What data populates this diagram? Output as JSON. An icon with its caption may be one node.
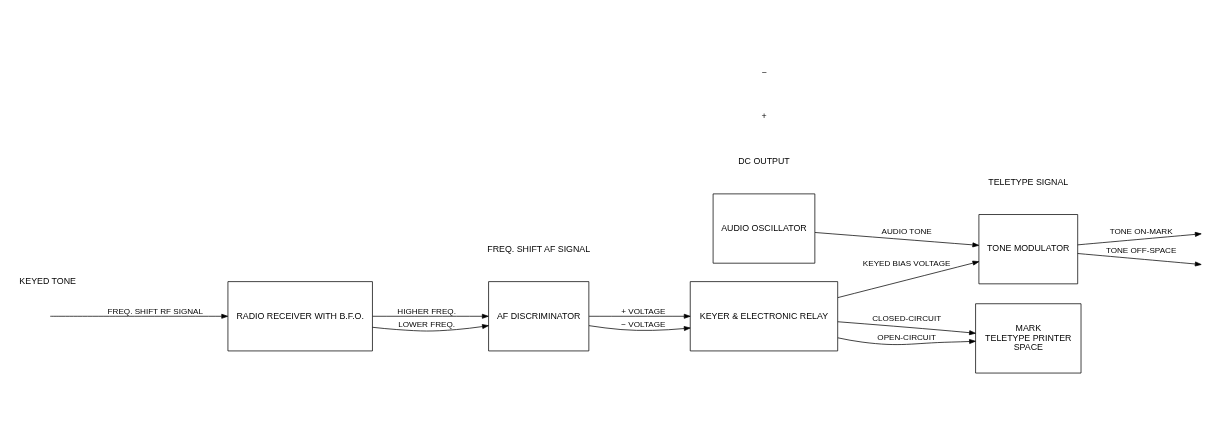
{
  "diagram": {
    "nodes": [
      {
        "text": [
          "RADIO RECEIVER WITH B.F.O."
        ]
      },
      {
        "text": [
          "AF DISCRIMINATOR"
        ]
      },
      {
        "text": [
          "KEYER & ELECTRONIC RELAY"
        ]
      },
      {
        "text": [
          "MARK",
          "TELETYPE PRINTER",
          "SPACE"
        ]
      },
      {
        "text": [
          "AUDIO OSCILLATOR"
        ]
      },
      {
        "text": [
          "TONE MODULATOR"
        ]
      }
    ],
    "edges": [
      {
        "from": null,
        "to": 0,
        "arrow": "to",
        "label": "FREQ. SHIFT RF SIGNAL"
      },
      {
        "from": 0,
        "to": 1,
        "arrow": "to",
        "label": "HIGHER FREQ."
      },
      {
        "from": 0,
        "to": 1,
        "arrow": "to",
        "label": "LOWER FREQ."
      },
      {
        "from": 1,
        "to": 2,
        "arrow": "to",
        "label": "+ VOLTAGE"
      },
      {
        "from": 1,
        "to": 2,
        "arrow": "to",
        "label": "− VOLTAGE"
      },
      {
        "from": 2,
        "to": 3,
        "arrow": "to",
        "label": "CLOSED-CIRCUIT"
      },
      {
        "from": 2,
        "to": 3,
        "arrow": "to",
        "label": "OPEN-CIRCUIT"
      },
      {
        "from": 2,
        "to": 5,
        "arrow": "to",
        "label": "KEYED BIAS VOLTAGE"
      },
      {
        "from": 4,
        "to": 5,
        "arrow": "to",
        "label": "AUDIO TONE"
      },
      {
        "from": 5,
        "to": null,
        "arrow": "to",
        "label": "TONE ON-MARK"
      },
      {
        "from": 5,
        "to": null,
        "arrow": "to",
        "label": "TONE OFF-SPACE"
      }
    ],
    "labels": [
      "FREQ. SHIFT AF SIGNAL",
      "DC OUTPUT",
      "+",
      "−",
      "TELETYPE SIGNAL",
      "KEYED TONE"
    ]
  }
}
